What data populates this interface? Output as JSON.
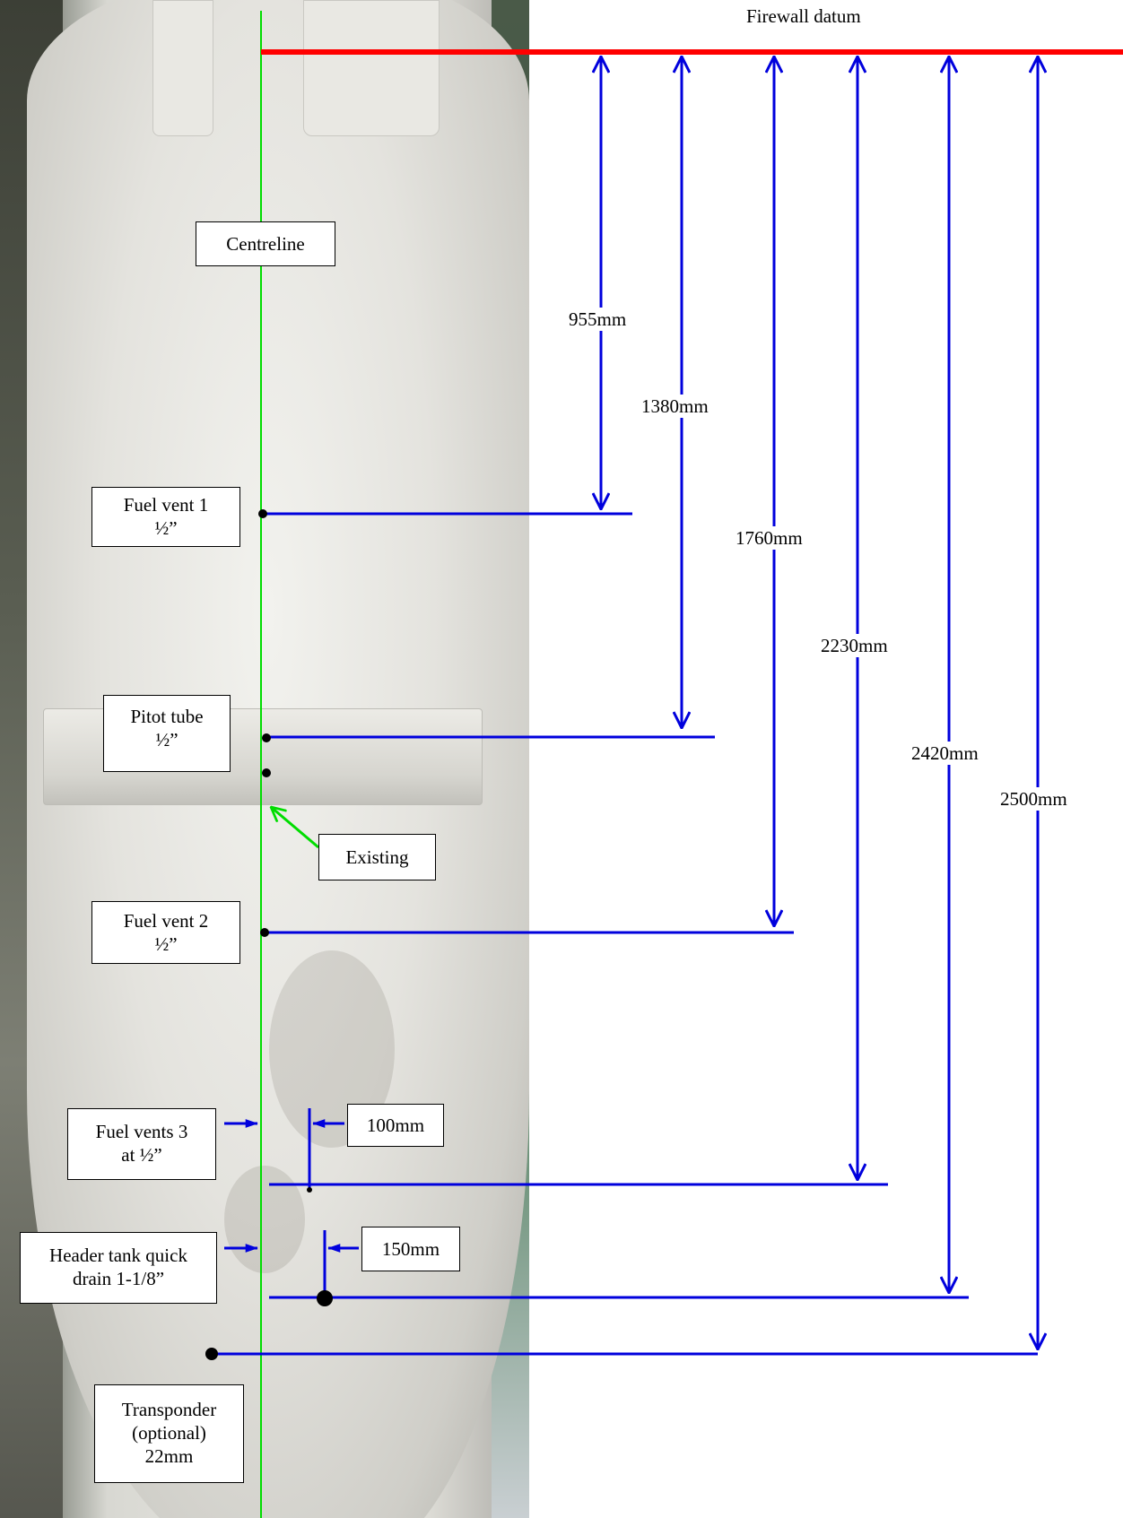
{
  "title": "Firewall datum",
  "labels": {
    "centreline": "Centreline",
    "fuel_vent_1": [
      "Fuel vent 1",
      "½”"
    ],
    "pitot_tube": [
      "Pitot tube",
      "½”"
    ],
    "existing": "Existing",
    "fuel_vent_2": [
      "Fuel vent 2",
      "½”"
    ],
    "fuel_vents_3": [
      "Fuel vents 3",
      "at ½”"
    ],
    "header_tank": [
      "Header tank quick",
      "drain 1-1/8”"
    ],
    "transponder": [
      "Transponder",
      "(optional)",
      "22mm"
    ]
  },
  "dimensions": {
    "d955": "955mm",
    "d1380": "1380mm",
    "d1760": "1760mm",
    "d2230": "2230mm",
    "d2420": "2420mm",
    "d2500": "2500mm",
    "off100": "100mm",
    "off150": "150mm"
  },
  "colors": {
    "datum_line": "#ff0000",
    "centreline": "#00dd00",
    "dimension": "#0000dd",
    "marker": "#000000"
  }
}
